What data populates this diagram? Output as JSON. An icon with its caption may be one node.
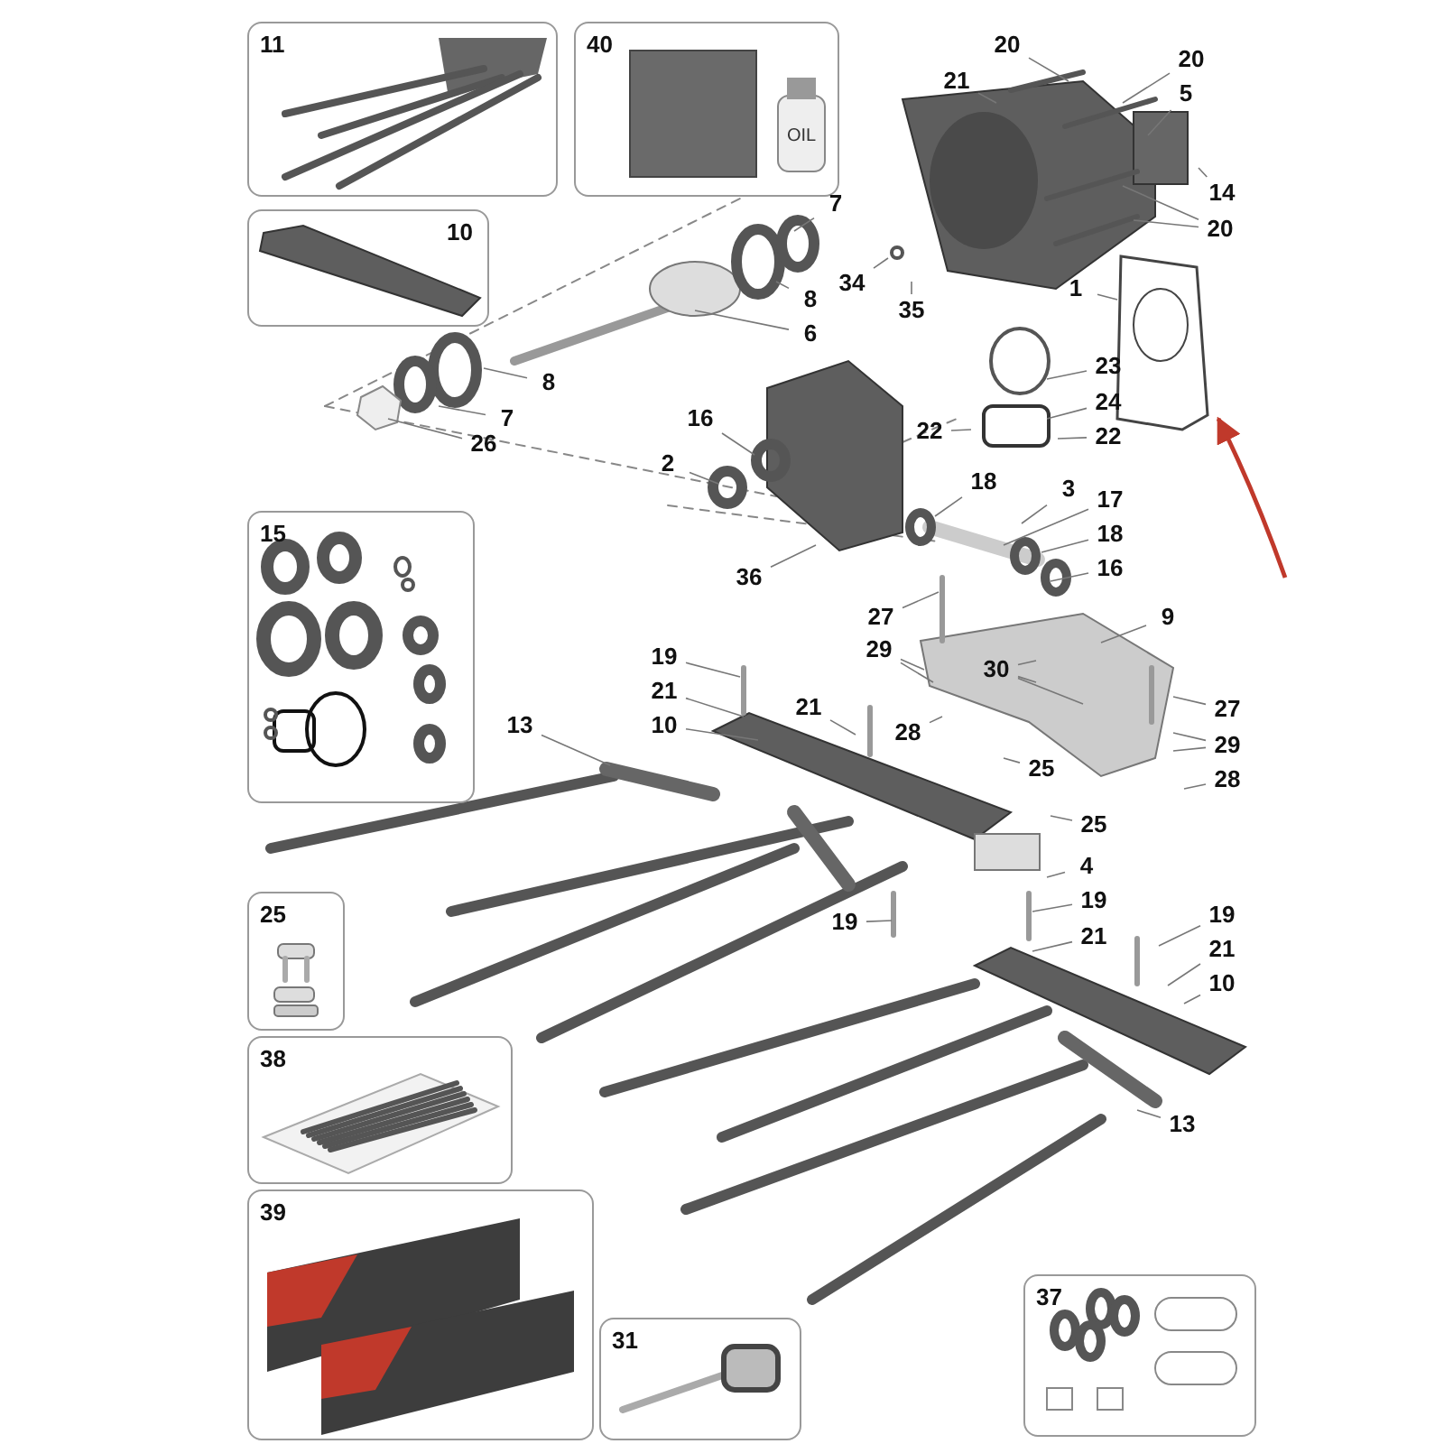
{
  "diagram": {
    "nodes": [
      {
        "text": [
          "11"
        ]
      },
      {
        "text": [
          "40"
        ]
      },
      {
        "text": [
          "10"
        ]
      },
      {
        "text": [
          "15"
        ]
      },
      {
        "text": [
          "25"
        ]
      },
      {
        "text": [
          "38"
        ]
      },
      {
        "text": [
          "39"
        ]
      },
      {
        "text": [
          "31"
        ]
      },
      {
        "text": [
          "37"
        ]
      },
      {
        "text": [],
        "shape": "picture"
      },
      {
        "text": [
          "20"
        ]
      },
      {
        "text": [
          "21"
        ]
      },
      {
        "text": [
          "20"
        ]
      },
      {
        "text": [
          "5"
        ]
      },
      {
        "text": [
          "14"
        ]
      },
      {
        "text": [
          "20"
        ]
      },
      {
        "text": [
          "7"
        ]
      },
      {
        "text": [
          "8"
        ]
      },
      {
        "text": [
          "6"
        ]
      },
      {
        "text": [
          "34"
        ]
      },
      {
        "text": [
          "35"
        ]
      },
      {
        "text": [
          "1"
        ]
      },
      {
        "text": [
          "23"
        ]
      },
      {
        "text": [
          "24"
        ]
      },
      {
        "text": [
          "22"
        ]
      },
      {
        "text": [
          "22"
        ]
      },
      {
        "text": [
          "8"
        ]
      },
      {
        "text": [
          "7"
        ]
      },
      {
        "text": [
          "26"
        ]
      },
      {
        "text": [
          "16"
        ]
      },
      {
        "text": [
          "2"
        ]
      },
      {
        "text": [
          "18"
        ]
      },
      {
        "text": [
          "3"
        ]
      },
      {
        "text": [
          "17"
        ]
      },
      {
        "text": [
          "18"
        ]
      },
      {
        "text": [
          "16"
        ]
      },
      {
        "text": [
          "36"
        ]
      },
      {
        "text": [
          "27"
        ]
      },
      {
        "text": [
          "9"
        ]
      },
      {
        "text": [
          "29"
        ]
      },
      {
        "text": [
          "30"
        ]
      },
      {
        "text": [
          "19"
        ]
      },
      {
        "text": [
          "21"
        ]
      },
      {
        "text": [
          "13"
        ]
      },
      {
        "text": [
          "10"
        ]
      },
      {
        "text": [
          "21"
        ]
      },
      {
        "text": [
          "28"
        ]
      },
      {
        "text": [
          "27"
        ]
      },
      {
        "text": [
          "29"
        ]
      },
      {
        "text": [
          "28"
        ]
      },
      {
        "text": [
          "25"
        ]
      },
      {
        "text": [
          "25"
        ]
      },
      {
        "text": [
          "4"
        ]
      },
      {
        "text": [
          "19"
        ]
      },
      {
        "text": [
          "19"
        ]
      },
      {
        "text": [
          "21"
        ]
      },
      {
        "text": [
          "19"
        ]
      },
      {
        "text": [
          "21"
        ]
      },
      {
        "text": [
          "10"
        ]
      },
      {
        "text": [
          "13"
        ]
      }
    ],
    "edges": [
      {
        "from": 10,
        "to": null,
        "arrow": "none"
      },
      {
        "from": 11,
        "to": null,
        "arrow": "none"
      },
      {
        "from": 12,
        "to": null,
        "arrow": "none"
      },
      {
        "from": 13,
        "to": null,
        "arrow": "none"
      },
      {
        "from": 14,
        "to": null,
        "arrow": "none"
      },
      {
        "from": 15,
        "to": null,
        "arrow": "none"
      },
      {
        "from": 15,
        "to": null,
        "arrow": "none"
      },
      {
        "from": 16,
        "to": null,
        "arrow": "none"
      },
      {
        "from": 17,
        "to": null,
        "arrow": "none"
      },
      {
        "from": 18,
        "to": null,
        "arrow": "none"
      },
      {
        "from": 19,
        "to": null,
        "arrow": "none"
      },
      {
        "from": 20,
        "to": null,
        "arrow": "none"
      },
      {
        "from": 21,
        "to": 9,
        "arrow": "none"
      },
      {
        "from": 22,
        "to": null,
        "arrow": "none"
      },
      {
        "from": 23,
        "to": null,
        "arrow": "none"
      },
      {
        "from": 24,
        "to": null,
        "arrow": "none"
      },
      {
        "from": 25,
        "to": null,
        "arrow": "none"
      },
      {
        "from": 26,
        "to": null,
        "arrow": "none"
      },
      {
        "from": 27,
        "to": null,
        "arrow": "none"
      },
      {
        "from": 28,
        "to": null,
        "arrow": "none"
      },
      {
        "from": 29,
        "to": null,
        "arrow": "none"
      },
      {
        "from": 30,
        "to": null,
        "arrow": "none"
      },
      {
        "from": 31,
        "to": null,
        "arrow": "none"
      },
      {
        "from": 32,
        "to": null,
        "arrow": "none"
      },
      {
        "from": 33,
        "to": null,
        "arrow": "none"
      },
      {
        "from": 34,
        "to": null,
        "arrow": "none"
      },
      {
        "from": 35,
        "to": null,
        "arrow": "none"
      },
      {
        "from": 36,
        "to": null,
        "arrow": "none"
      },
      {
        "from": 37,
        "to": null,
        "arrow": "none"
      },
      {
        "from": 38,
        "to": null,
        "arrow": "none"
      },
      {
        "from": 39,
        "to": null,
        "arrow": "none"
      },
      {
        "from": 39,
        "to": null,
        "arrow": "none"
      },
      {
        "from": 40,
        "to": null,
        "arrow": "none"
      },
      {
        "from": 40,
        "to": null,
        "arrow": "none"
      },
      {
        "from": 40,
        "to": null,
        "arrow": "none"
      },
      {
        "from": 41,
        "to": null,
        "arrow": "none"
      },
      {
        "from": 42,
        "to": null,
        "arrow": "none"
      },
      {
        "from": 43,
        "to": null,
        "arrow": "none"
      },
      {
        "from": 44,
        "to": null,
        "arrow": "none"
      },
      {
        "from": 45,
        "to": null,
        "arrow": "none"
      },
      {
        "from": 46,
        "to": null,
        "arrow": "none"
      },
      {
        "from": 47,
        "to": null,
        "arrow": "none"
      },
      {
        "from": 48,
        "to": null,
        "arrow": "none"
      },
      {
        "from": 48,
        "to": null,
        "arrow": "none"
      },
      {
        "from": 49,
        "to": null,
        "arrow": "none"
      },
      {
        "from": 50,
        "to": null,
        "arrow": "none"
      },
      {
        "from": 51,
        "to": null,
        "arrow": "none"
      },
      {
        "from": 52,
        "to": null,
        "arrow": "none"
      },
      {
        "from": 53,
        "to": null,
        "arrow": "none"
      },
      {
        "from": 54,
        "to": null,
        "arrow": "none"
      },
      {
        "from": 55,
        "to": null,
        "arrow": "none"
      },
      {
        "from": 56,
        "to": null,
        "arrow": "none"
      },
      {
        "from": 57,
        "to": null,
        "arrow": "none"
      },
      {
        "from": 58,
        "to": null,
        "arrow": "none"
      },
      {
        "from": 59,
        "to": null,
        "arrow": "none"
      },
      {
        "from": null,
        "to": 9,
        "arrow": "to",
        "style": "thick",
        "color": "#c0392b"
      }
    ],
    "labels": [
      "OIL"
    ]
  }
}
